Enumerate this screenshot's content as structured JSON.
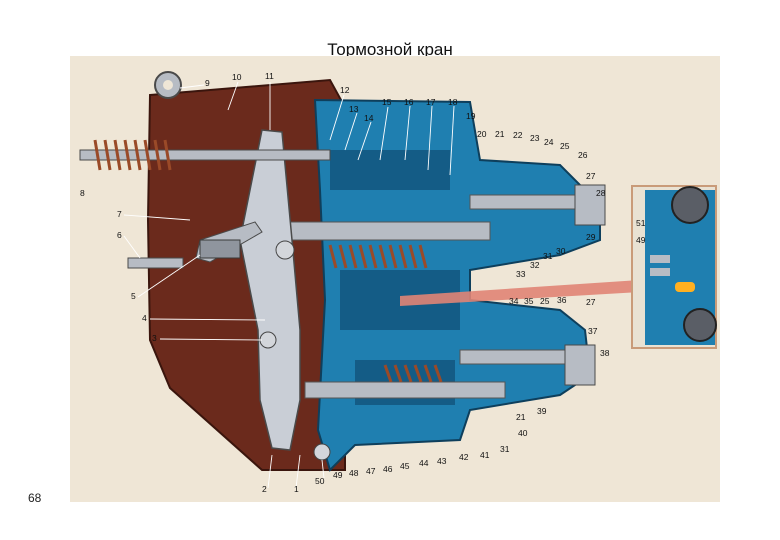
{
  "page": {
    "title": "Тормозной кран",
    "page_number": "68"
  },
  "callouts": [
    "1",
    "2",
    "3",
    "4",
    "5",
    "6",
    "7",
    "8",
    "9",
    "10",
    "11",
    "12",
    "13",
    "14",
    "15",
    "16",
    "17",
    "18",
    "19",
    "20",
    "21",
    "22",
    "23",
    "24",
    "25",
    "26",
    "27",
    "28",
    "29",
    "30",
    "31",
    "32",
    "33",
    "34",
    "35",
    "25",
    "36",
    "27",
    "37",
    "38",
    "39",
    "40",
    "31",
    "21",
    "41",
    "42",
    "43",
    "44",
    "45",
    "46",
    "47",
    "48",
    "49",
    "50",
    "51",
    "49"
  ],
  "colors": {
    "background_plate": "#efe6d6",
    "housing_brown": "#6b2a1c",
    "section_blue": "#1f7fb0",
    "section_blue_dark": "#145c86",
    "metal_gray": "#b7bcc4",
    "spring_orange": "#9a4a28",
    "inset_orange": "#ffb020",
    "highlight_red": "#e08476"
  }
}
